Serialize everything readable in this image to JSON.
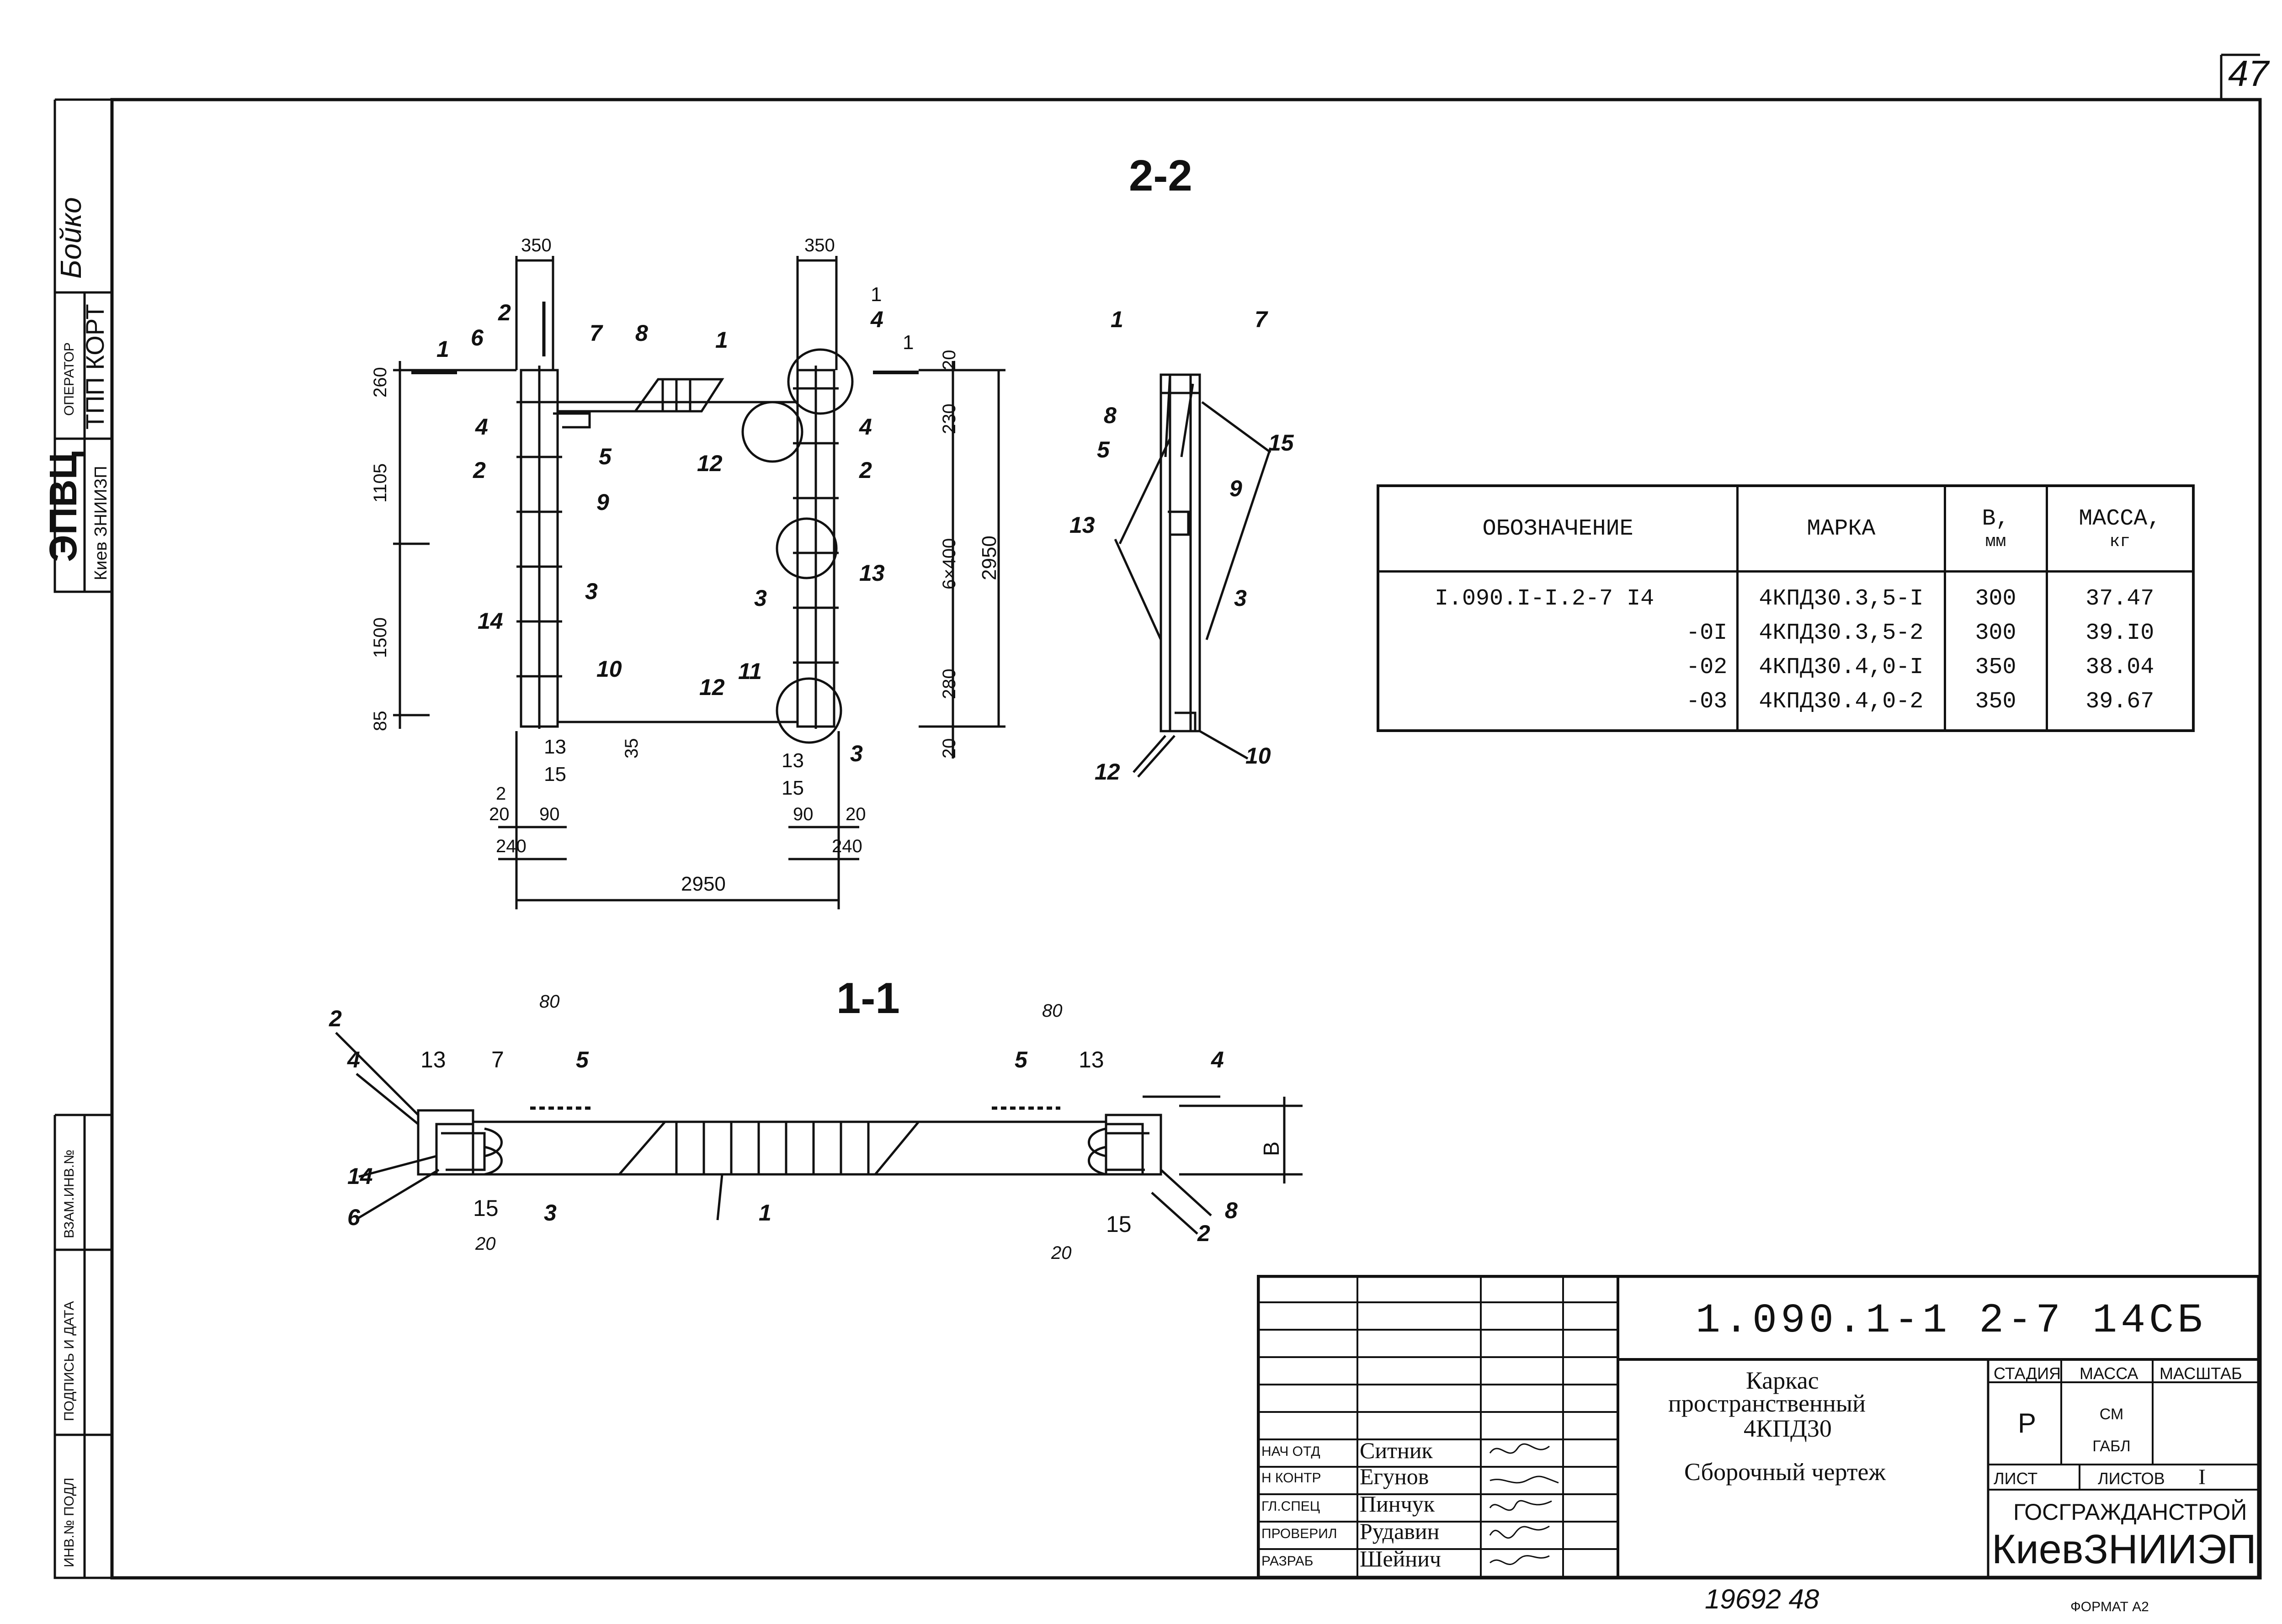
{
  "sheet_number": "47",
  "footer_handwritten": "19692 48",
  "footer_format": "ФОРМАТ А2",
  "left_stamp": {
    "org": "ЭПВЦ",
    "org_sub": "Киев ЗНИИЗП",
    "operator_label": "ОПЕРАТОР",
    "operator_value": "ТПП КОРТ",
    "operator_name": "Бойко"
  },
  "left_margin_labels": [
    "ВЗАМ.ИНВ.№",
    "ПОДПИСЬ И ДАТА",
    "ИНВ.№ ПОДЛ"
  ],
  "sections": {
    "section_2_2": "2-2",
    "section_1_1": "1-1"
  },
  "spec_table": {
    "headers": {
      "designation": "ОБОЗНАЧЕНИЕ",
      "mark": "МАРКА",
      "b": "В,",
      "b_unit": "мм",
      "mass": "МАССА,",
      "mass_unit": "кг"
    },
    "rows": [
      {
        "designation": "I.090.I-I.2-7 I4",
        "mark": "4КПД30.3,5-I",
        "b": "300",
        "mass": "37.47"
      },
      {
        "designation": "-0I",
        "mark": "4КПД30.3,5-2",
        "b": "300",
        "mass": "39.I0"
      },
      {
        "designation": "-02",
        "mark": "4КПД30.4,0-I",
        "b": "350",
        "mass": "38.04"
      },
      {
        "designation": "-03",
        "mark": "4КПД30.4,0-2",
        "b": "350",
        "mass": "39.67"
      }
    ]
  },
  "dimensions_2_2": {
    "top_left": "350",
    "top_right": "350",
    "left_260": "260",
    "left_1105": "1105",
    "left_1500": "1500",
    "left_85": "85",
    "right_20": "20",
    "right_230": "230",
    "right_6x400": "6×400",
    "right_280": "280",
    "right_20b": "20",
    "right_2950": "2950",
    "bottom_2950": "2950",
    "b_240_left": "240",
    "b_240_right": "240",
    "b_20_left": "20",
    "b_90_left": "90",
    "b_90_right": "90",
    "b_20_right": "20",
    "b_2": "2",
    "b_35": "35"
  },
  "dimensions_1_1": {
    "d80_left": "80",
    "d80_right": "80",
    "d20_left": "20",
    "d20_right": "20",
    "b": "В"
  },
  "callouts_2_2": [
    "1",
    "2",
    "6",
    "7",
    "8",
    "1",
    "12",
    "5",
    "4",
    "2",
    "9",
    "3",
    "14",
    "10",
    "12",
    "11",
    "13",
    "15",
    "13",
    "15",
    "3",
    "4",
    "2",
    "13",
    "3",
    "4",
    "1",
    "1"
  ],
  "callouts_side": [
    "1",
    "7",
    "8",
    "5",
    "15",
    "9",
    "13",
    "3",
    "12",
    "10"
  ],
  "callouts_1_1": [
    "2",
    "4",
    "13",
    "7",
    "5",
    "14",
    "6",
    "15",
    "3",
    "1",
    "5",
    "13",
    "4",
    "2",
    "8",
    "15"
  ],
  "title_block": {
    "code": "1.090.1-1 2-7 14СБ",
    "name_line1": "Каркас",
    "name_line2": "пространственный",
    "name_line3": "4КПД30",
    "drawing_type": "Сборочный чертеж",
    "stage_label": "СТАДИЯ",
    "mass_label": "МАССА",
    "scale_label": "МАСШТАБ",
    "stage_value": "Р",
    "mass_value": "СМ ГАБЛ",
    "sheet_label": "ЛИСТ",
    "sheets_label": "ЛИСТОВ",
    "sheets_value": "I",
    "org1": "ГОСГРАЖДАНСТРОЙ",
    "org2": "КиевЗНИИЭП",
    "roles": [
      {
        "role": "НАЧ ОТД",
        "name": "Ситник"
      },
      {
        "role": "Н КОНТР",
        "name": "Егунов"
      },
      {
        "role": "ГЛ.СПЕЦ",
        "name": "Пинчук"
      },
      {
        "role": "ПРОВЕРИЛ",
        "name": "Рудавин"
      },
      {
        "role": "РАЗРАБ",
        "name": "Шейнич"
      }
    ]
  }
}
